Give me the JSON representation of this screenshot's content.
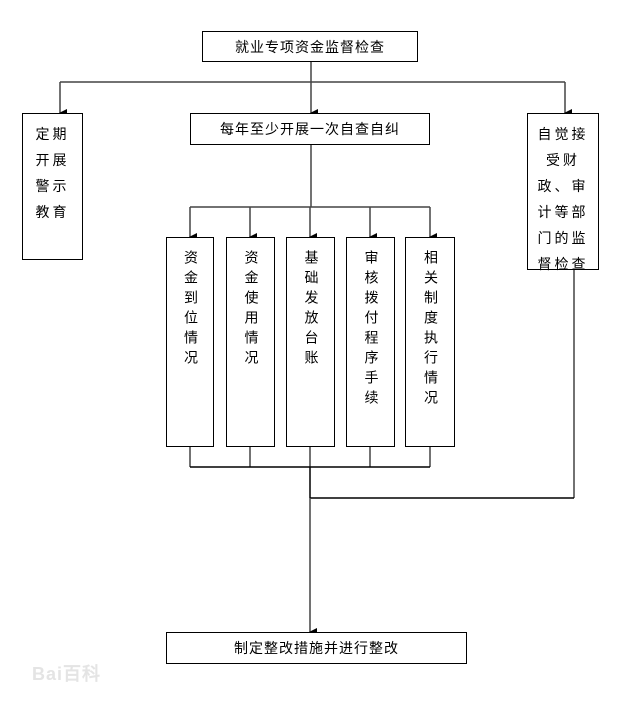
{
  "title": "就业专项资金监督检查",
  "left_box": {
    "lines": [
      "定期",
      "开展",
      "警示",
      "教育"
    ]
  },
  "center_box": "每年至少开展一次自查自纠",
  "right_box": {
    "lines": [
      "自觉接",
      "受财",
      "政、审",
      "计等部",
      "门的监",
      "督检查"
    ]
  },
  "sub_items": [
    {
      "label": "资金到位情况"
    },
    {
      "label": "资金使用情况"
    },
    {
      "label": "基础发放台账"
    },
    {
      "label": "审核拨付程序手续"
    },
    {
      "label": "相关制度执行情况"
    }
  ],
  "result_box": "制定整改措施并进行整改",
  "watermark": "Bai百科",
  "colors": {
    "line": "#000000",
    "connector_gray": "#555555",
    "background": "#ffffff"
  }
}
